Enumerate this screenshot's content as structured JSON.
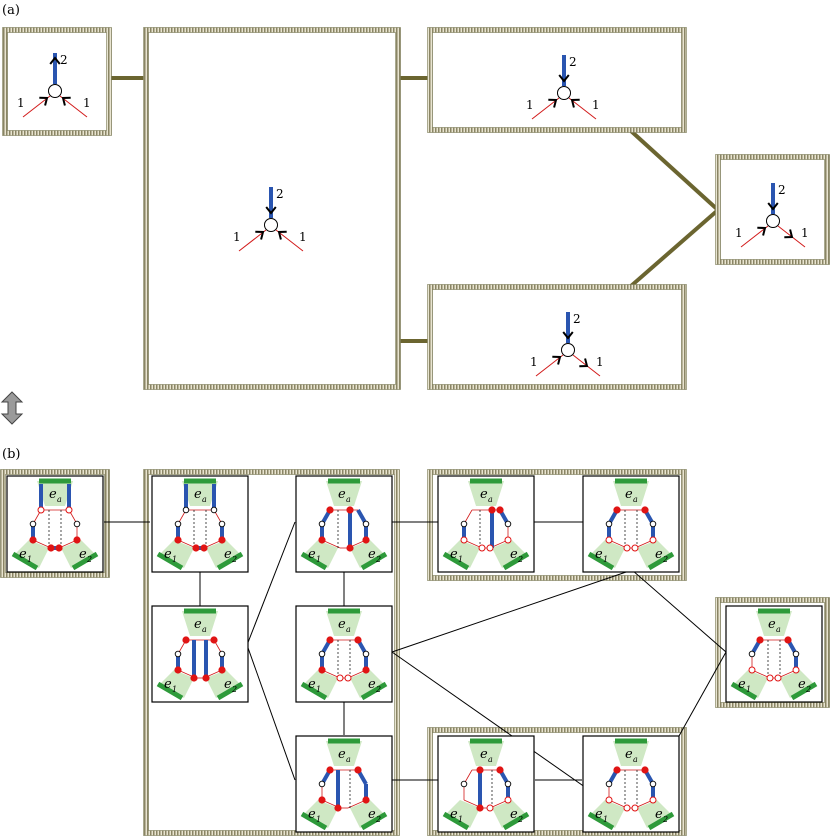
{
  "panel_a": {
    "label": "(a)",
    "vertex_labels": {
      "top": "2",
      "left": "1",
      "right": "1"
    }
  },
  "panel_b": {
    "label": "(b)",
    "site_labels": {
      "a": "e",
      "a_sub": "a",
      "b1": "e",
      "b1_sub": "1",
      "b2": "e",
      "b2_sub": "2"
    }
  },
  "colors": {
    "frame": "#7a7a55",
    "frame_fill": "#c9c2a0",
    "connector": "#6b6530",
    "blue_edge": "#2a55b0",
    "red_line": "#d21a1a",
    "red_dot": "#e01414",
    "green": "#2e9a3a",
    "green_fill": "#cfe8c4",
    "arrow_icon": "#8a8a8a"
  }
}
